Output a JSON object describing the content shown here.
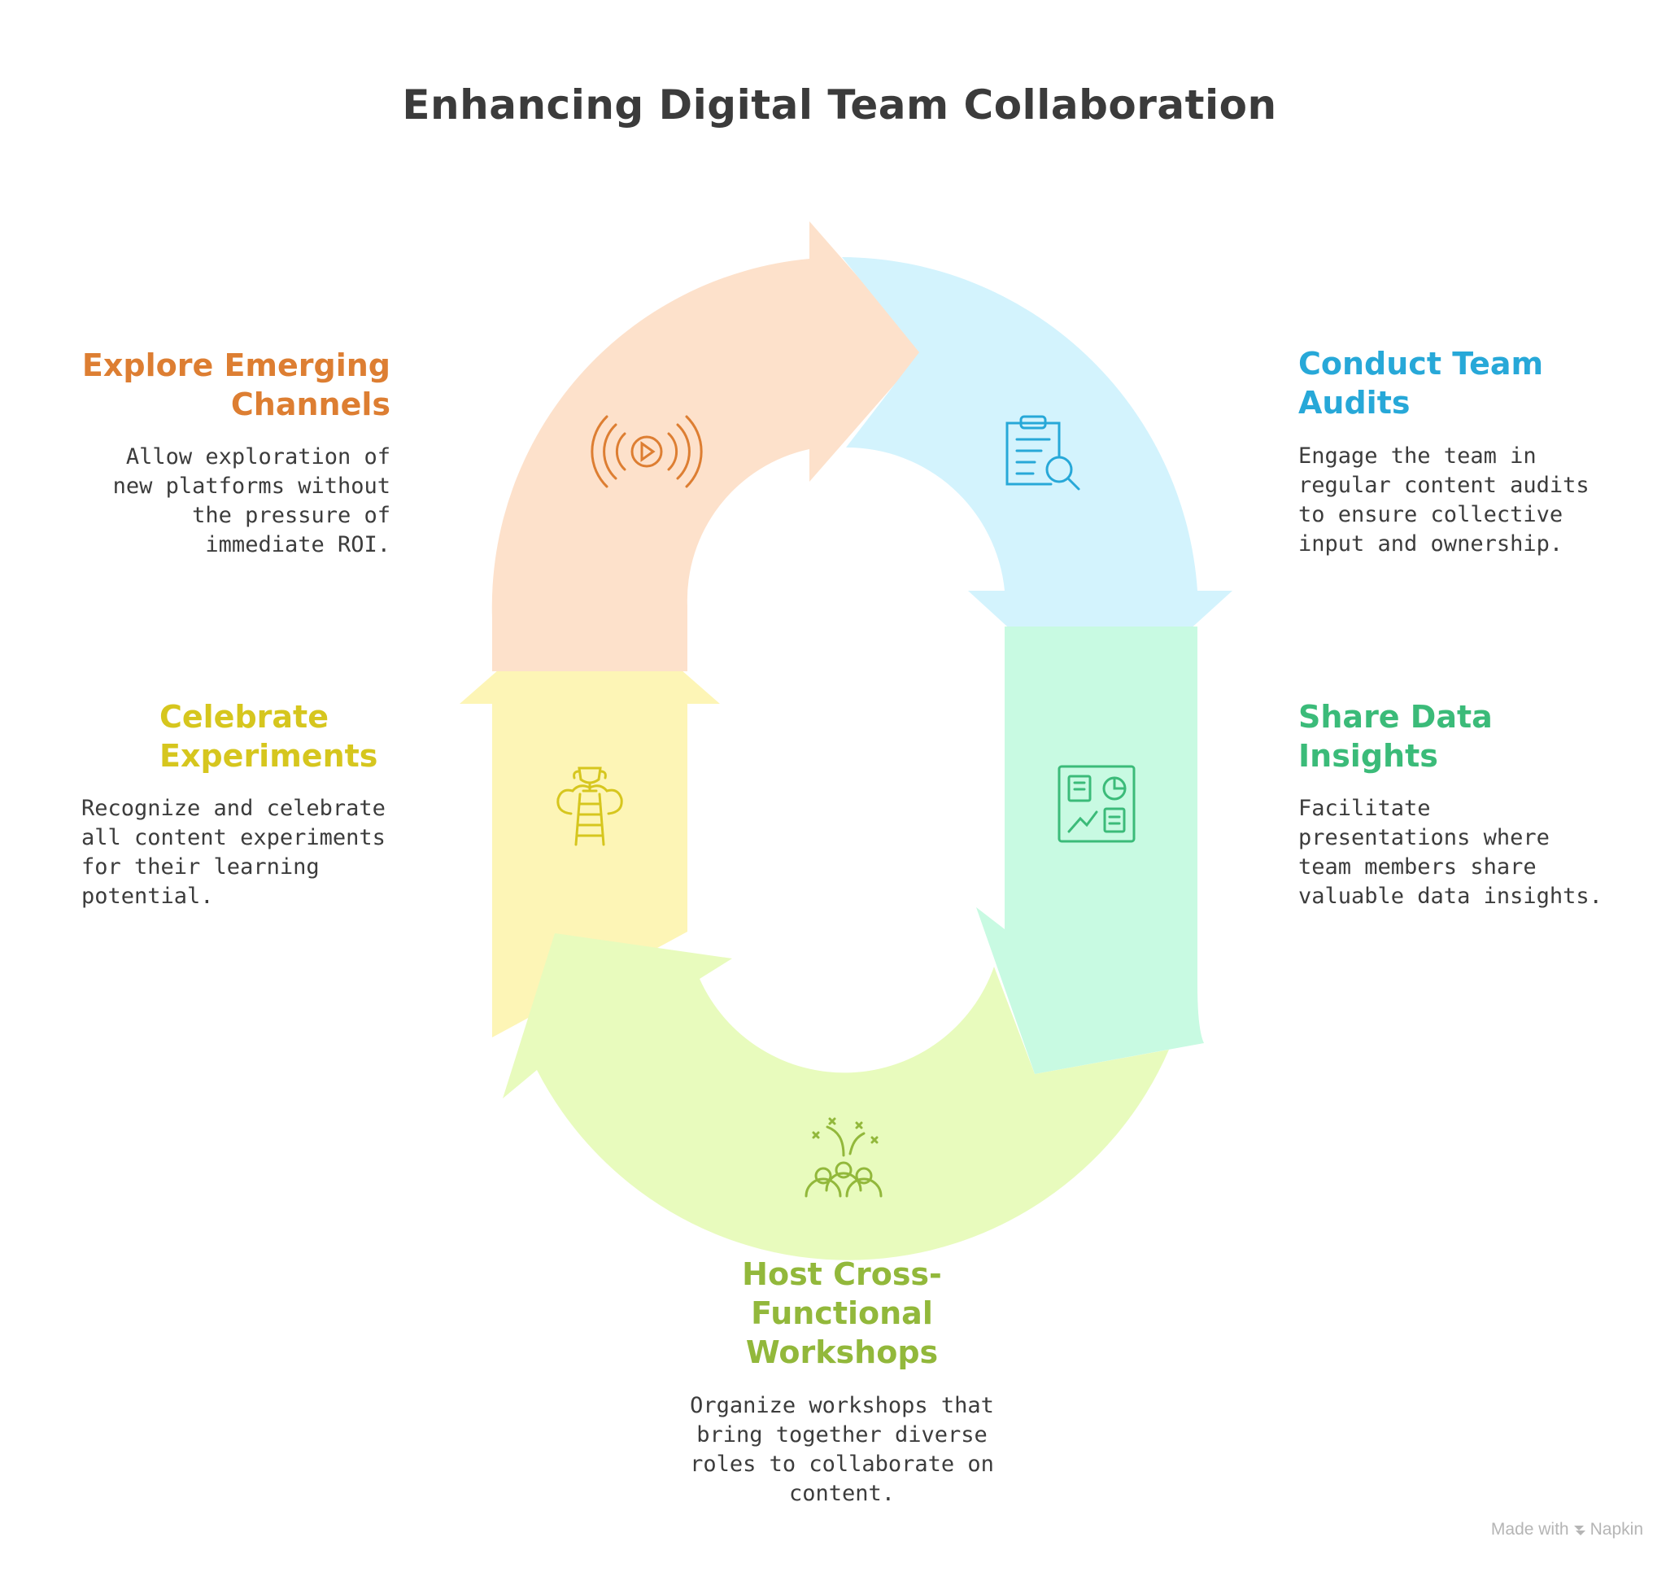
{
  "title": "Enhancing Digital Team Collaboration",
  "steps": [
    {
      "heading": "Explore Emerging Channels",
      "description": "Allow exploration of new platforms without the pressure of immediate ROI.",
      "icon": "broadcast-play-icon",
      "color": "#dd7e32",
      "fill": "#fde1cb"
    },
    {
      "heading": "Conduct Team Audits",
      "description": "Engage the team in regular content audits to ensure collective input and ownership.",
      "icon": "clipboard-search-icon",
      "color": "#27a8d8",
      "fill": "#d3f3fd"
    },
    {
      "heading": "Share Data Insights",
      "description": "Facilitate presentations where team members share valuable data insights.",
      "icon": "dashboard-icon",
      "color": "#3bbb79",
      "fill": "#c8fae2"
    },
    {
      "heading": "Host Cross-Functional Workshops",
      "description": "Organize workshops that bring together diverse roles to collaborate on content.",
      "icon": "team-celebration-icon",
      "color": "#92b83b",
      "fill": "#e8fbbd"
    },
    {
      "heading": "Celebrate Experiments",
      "description": "Recognize and celebrate all content experiments for their learning potential.",
      "icon": "trophy-ladder-icon",
      "color": "#d6c61e",
      "fill": "#fdf5b6"
    }
  ],
  "watermark": {
    "prefix": "Made with",
    "brand": "Napkin"
  }
}
